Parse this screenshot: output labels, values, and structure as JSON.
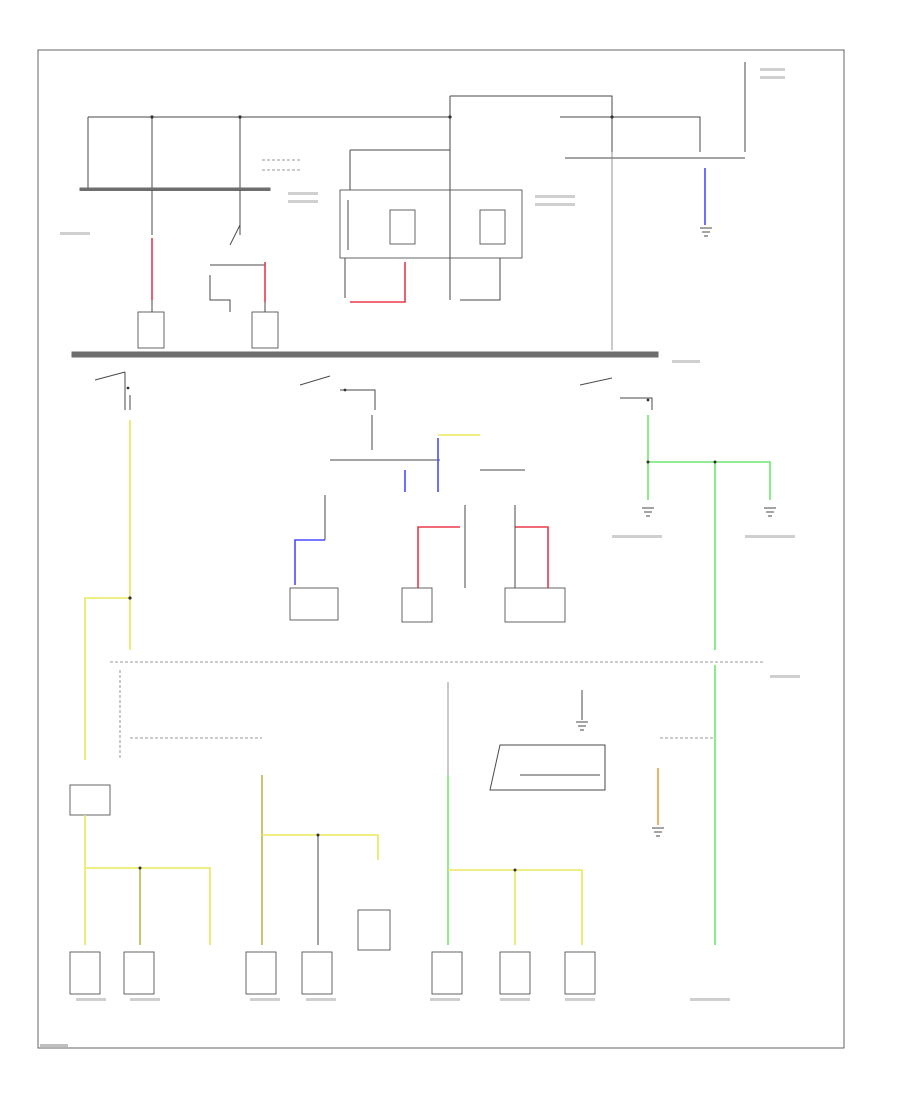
{
  "labels": {
    "page_code": "",
    "ground_note": "",
    "fuse_block_note": ""
  },
  "colors": {
    "red": "#e83a4a",
    "yellow": "#e8e85a",
    "blue": "#4a4aff",
    "green": "#6ee86e",
    "olive": "#b8b84a",
    "orange": "#e8a040",
    "line": "#4a4a4a"
  },
  "components": [
    "fuse-block-top",
    "ignition-switch-1",
    "ignition-switch-2",
    "ignition-switch-3",
    "relay-upper",
    "relay-lower-left",
    "connector-bottom"
  ]
}
